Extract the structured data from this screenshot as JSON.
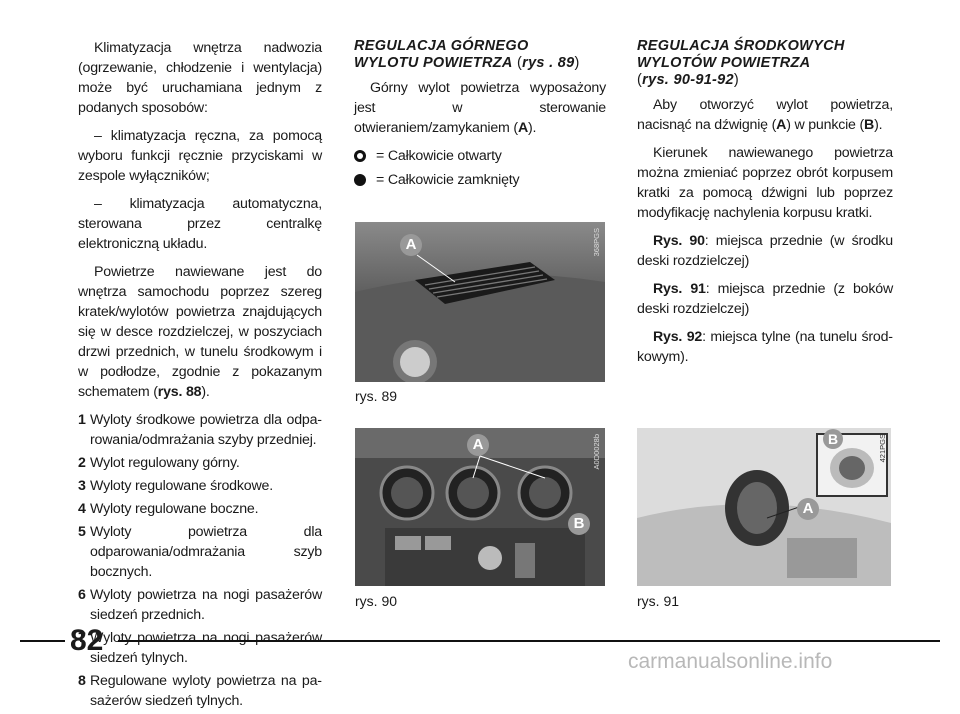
{
  "col1": {
    "intro": "Klimatyzacja wnętrza nadwozia (ogrze­wanie, chłodzenie i wentylacja) może być uruchamiana jednym z podanych sposo­bów:",
    "manual": "– klimatyzacja ręczna, za pomocą wy­boru funkcji ręcznie przyciskami w zespo­le wyłączników;",
    "auto": "– klimatyzacja automatyczna, sterowana przez centralkę elektroniczną układu.",
    "airflow_pre": "Powietrze nawiewane jest do wnętrza sa­mochodu poprzez szereg kratek/wylotów powietrza znajdujących się w desce rozdziel­czej, w poszyciach drzwi przednich, w tune­lu środkowym i w podłodze, zgodnie z po­kazanym schematem (",
    "airflow_ref": "rys. 88",
    "airflow_post": ").",
    "items": [
      {
        "n": "1",
        "t": "Wyloty środkowe powietrza dla odpa­rowania/odmrażania szyby przedniej."
      },
      {
        "n": "2",
        "t": "Wylot regulowany górny."
      },
      {
        "n": "3",
        "t": "Wyloty regulowane środkowe."
      },
      {
        "n": "4",
        "t": "Wyloty regulowane boczne."
      },
      {
        "n": "5",
        "t": "Wyloty powietrza dla odparowania/od­mrażania szyb bocznych."
      },
      {
        "n": "6",
        "t": "Wyloty powietrza na nogi pasażerów siedzeń przednich."
      },
      {
        "n": "7",
        "t": "Wyloty powietrza na nogi pasażerów siedzeń tylnych."
      },
      {
        "n": "8",
        "t": "Regulowane wyloty powietrza na pa­sażerów siedzeń tylnych."
      }
    ]
  },
  "col2": {
    "heading_line1": "REGULACJA GÓRNEGO",
    "heading_line2": "WYLOTU POWIETRZA",
    "heading_open": " (",
    "heading_ref": "rys . 89",
    "heading_close": ")",
    "body_pre": "Górny wylot powietrza wyposażony jest w sterowanie otwieraniem/zamykaniem (",
    "body_ref": "A",
    "body_post": ").",
    "open_label": "= Całkowicie otwarty",
    "closed_label": "= Całkowicie zamknięty",
    "fig89_label": "rys. 89",
    "fig89_code": "368PGS",
    "fig89_callout": "A",
    "fig90_label": "rys. 90",
    "fig90_code": "A0D0028b",
    "fig90_callout_a": "A",
    "fig90_callout_b": "B"
  },
  "col3": {
    "heading_line1": "REGULACJA ŚRODKOWYCH",
    "heading_line2": "WYLOTÓW POWIETRZA",
    "heading_open": "(",
    "heading_ref": "rys. 90-91-92",
    "heading_close": ")",
    "p1_pre": "Aby otworzyć wylot powietrza, nacisnąć na dźwignię (",
    "p1_a": "A",
    "p1_mid": ") w punkcie (",
    "p1_b": "B",
    "p1_post": ").",
    "p2": "Kierunek nawiewanego powietrza moż­na zmieniać poprzez obrót korpusem krat­ki za pomocą dźwigni lub poprzez mody­fikację nachylenia korpusu kratki.",
    "r90_ref": "Rys. 90",
    "r90_text": ": miejsca przednie (w środku deski rozdzielczej)",
    "r91_ref": "Rys. 91",
    "r91_text": ": miejsca przednie (z boków de­ski rozdzielczej)",
    "r92_ref": "Rys. 92",
    "r92_text": ": miejsca tylne (na tunelu środ­kowym).",
    "fig91_label": "rys. 91",
    "fig91_code": "421PGS",
    "fig91_callout_a": "A",
    "fig91_callout_b": "B"
  },
  "footer": {
    "page_number": "82",
    "watermark": "carmanualsonline.info"
  }
}
